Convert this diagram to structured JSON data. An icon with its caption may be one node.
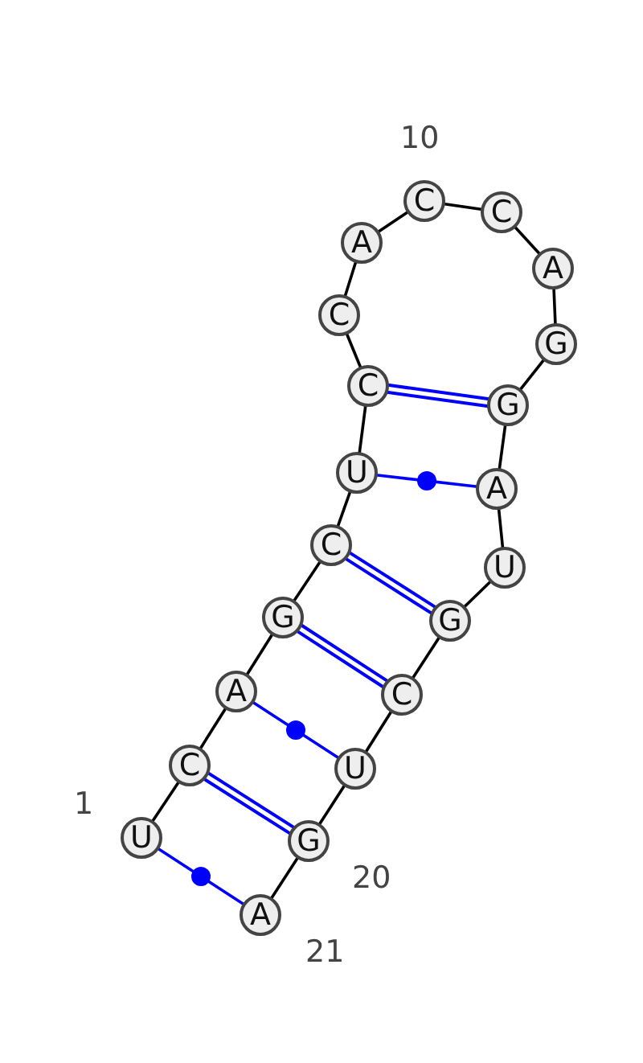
{
  "diagram": {
    "nodes": [
      {
        "text": [
          "U"
        ],
        "beside": [
          "1"
        ]
      },
      {
        "text": [
          "C"
        ]
      },
      {
        "text": [
          "A"
        ]
      },
      {
        "text": [
          "G"
        ]
      },
      {
        "text": [
          "C"
        ]
      },
      {
        "text": [
          "U"
        ]
      },
      {
        "text": [
          "C"
        ]
      },
      {
        "text": [
          "C"
        ]
      },
      {
        "text": [
          "A"
        ]
      },
      {
        "text": [
          "C"
        ],
        "beside": [
          "10"
        ]
      },
      {
        "text": [
          "C"
        ]
      },
      {
        "text": [
          "A"
        ]
      },
      {
        "text": [
          "G"
        ]
      },
      {
        "text": [
          "G"
        ]
      },
      {
        "text": [
          "A"
        ]
      },
      {
        "text": [
          "U"
        ]
      },
      {
        "text": [
          "G"
        ]
      },
      {
        "text": [
          "C"
        ]
      },
      {
        "text": [
          "U"
        ]
      },
      {
        "text": [
          "G"
        ],
        "beside": [
          "20"
        ]
      },
      {
        "text": [
          "A"
        ],
        "beside": [
          "21"
        ]
      }
    ],
    "edges": [
      {
        "from": 0,
        "to": 1,
        "arrow": "none"
      },
      {
        "from": 1,
        "to": 2,
        "arrow": "none"
      },
      {
        "from": 2,
        "to": 3,
        "arrow": "none"
      },
      {
        "from": 3,
        "to": 4,
        "arrow": "none"
      },
      {
        "from": 4,
        "to": 5,
        "arrow": "none"
      },
      {
        "from": 5,
        "to": 6,
        "arrow": "none"
      },
      {
        "from": 6,
        "to": 7,
        "arrow": "none"
      },
      {
        "from": 7,
        "to": 8,
        "arrow": "none"
      },
      {
        "from": 8,
        "to": 9,
        "arrow": "none"
      },
      {
        "from": 9,
        "to": 10,
        "arrow": "none"
      },
      {
        "from": 10,
        "to": 11,
        "arrow": "none"
      },
      {
        "from": 11,
        "to": 12,
        "arrow": "none"
      },
      {
        "from": 12,
        "to": 13,
        "arrow": "none"
      },
      {
        "from": 13,
        "to": 14,
        "arrow": "none"
      },
      {
        "from": 14,
        "to": 15,
        "arrow": "none"
      },
      {
        "from": 15,
        "to": 16,
        "arrow": "none"
      },
      {
        "from": 16,
        "to": 17,
        "arrow": "none"
      },
      {
        "from": 17,
        "to": 18,
        "arrow": "none"
      },
      {
        "from": 18,
        "to": 19,
        "arrow": "none"
      },
      {
        "from": 19,
        "to": 20,
        "arrow": "none"
      },
      {
        "from": 0,
        "to": 20,
        "arrow": "none",
        "color": "#0000ff"
      },
      {
        "from": 1,
        "to": 19,
        "arrow": "none",
        "style": "thick",
        "color": "#0000ff"
      },
      {
        "from": 2,
        "to": 18,
        "arrow": "none",
        "color": "#0000ff"
      },
      {
        "from": 3,
        "to": 17,
        "arrow": "none",
        "style": "thick",
        "color": "#0000ff"
      },
      {
        "from": 4,
        "to": 16,
        "arrow": "none",
        "style": "thick",
        "color": "#0000ff"
      },
      {
        "from": 5,
        "to": 14,
        "arrow": "none",
        "color": "#0000ff"
      },
      {
        "from": 6,
        "to": 13,
        "arrow": "none",
        "style": "thick",
        "color": "#0000ff"
      }
    ]
  }
}
